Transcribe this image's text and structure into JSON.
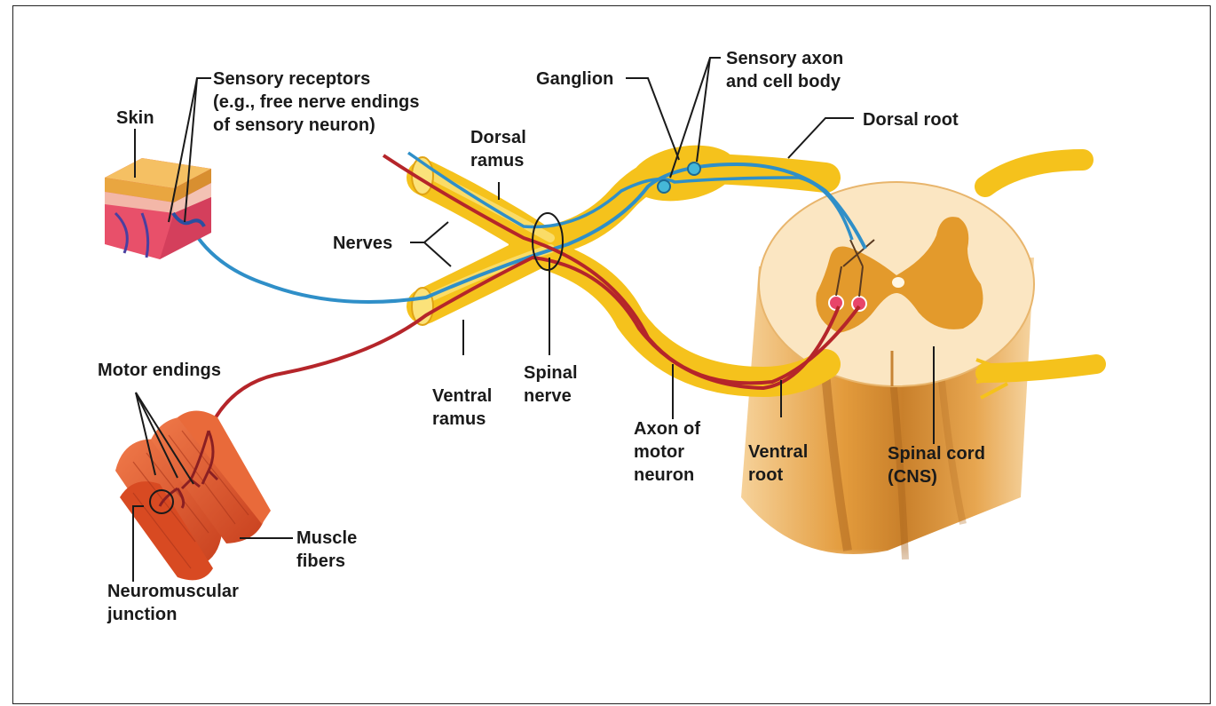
{
  "labels": {
    "skin": "Skin",
    "sensory_receptors": "Sensory receptors\n(e.g., free nerve endings\nof sensory neuron)",
    "ganglion": "Ganglion",
    "sensory_axon": "Sensory axon\nand cell body",
    "dorsal_root": "Dorsal root",
    "dorsal_ramus": "Dorsal\nramus",
    "nerves": "Nerves",
    "motor_endings": "Motor endings",
    "ventral_ramus": "Ventral\nramus",
    "spinal_nerve": "Spinal\nnerve",
    "axon_motor": "Axon of\nmotor\nneuron",
    "ventral_root": "Ventral\nroot",
    "spinal_cord": "Spinal cord\n(CNS)",
    "muscle_fibers": "Muscle\nfibers",
    "neuromuscular_junction": "Neuromuscular\njunction"
  },
  "colors": {
    "nerve_yellow": "#f5c21c",
    "nerve_light": "#fbe27a",
    "sensory_blue": "#2f8fc8",
    "motor_red": "#b5252a",
    "cord_tan": "#e8a64a",
    "grey_matter": "#e09a2a",
    "white_matter": "#fbe9c6",
    "skin_pink": "#e8506a",
    "muscle_orange": "#e4572e"
  }
}
